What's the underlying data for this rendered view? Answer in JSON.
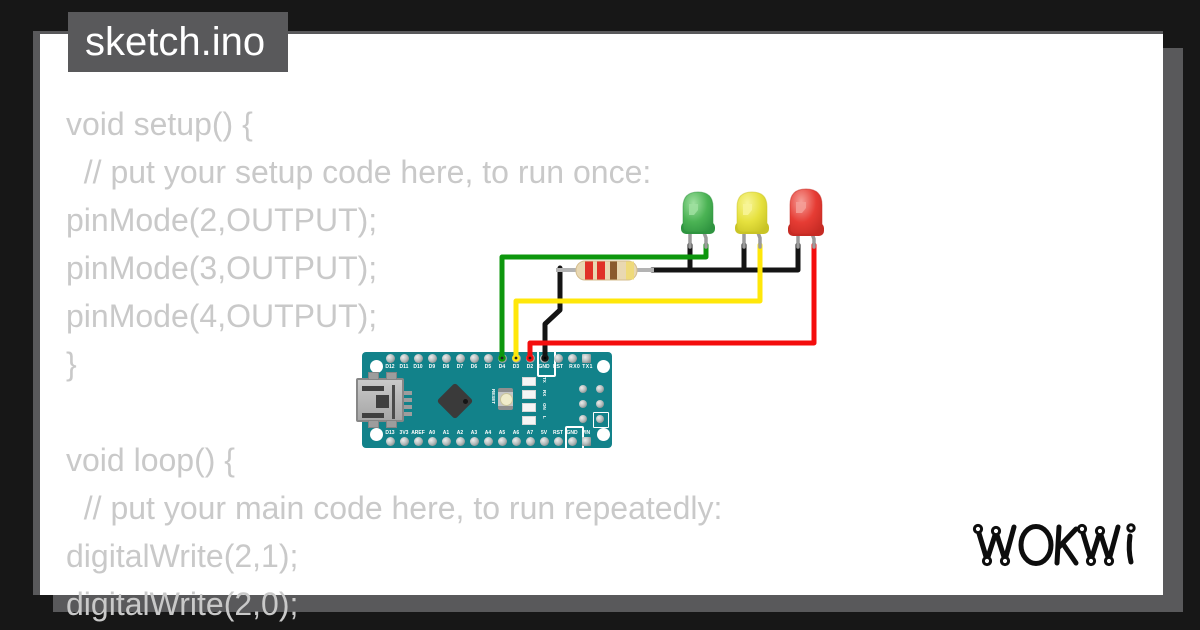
{
  "title": {
    "filename": "sketch.ino"
  },
  "code": {
    "lines": [
      "void setup() {",
      "  // put your setup code here, to run once:",
      "pinMode(2,OUTPUT);",
      "pinMode(3,OUTPUT);",
      "pinMode(4,OUTPUT);",
      "}",
      "",
      "void loop() {",
      "  // put your main code here, to run repeatedly:",
      "digitalWrite(2,1);",
      "digitalWrite(2,0);"
    ]
  },
  "board": {
    "type": "arduino-nano",
    "color": "#12828a",
    "top_pin_labels": [
      "D12",
      "D11",
      "D10",
      "D9",
      "D8",
      "D7",
      "D6",
      "D5",
      "D4",
      "D3",
      "D2",
      "GND",
      "RST"
    ],
    "top_right_pin_label": "RX0 TX1",
    "bottom_pin_labels": [
      "D13",
      "3V3",
      "AREF",
      "A0",
      "A1",
      "A2",
      "A3",
      "A4",
      "A5",
      "A6",
      "A7",
      "5V",
      "RST",
      "GND",
      "VIN"
    ],
    "reset_button_label": "RESET",
    "status_led_labels": [
      "TX",
      "RX",
      "ON",
      "L"
    ]
  },
  "circuit": {
    "leds": [
      {
        "name": "green-led",
        "light": "#9fe0a0",
        "base": "#4bb354",
        "dark": "#2f9440"
      },
      {
        "name": "yellow-led",
        "light": "#f8f598",
        "base": "#e6e13e",
        "dark": "#c9c426"
      },
      {
        "name": "red-led",
        "light": "#f59f98",
        "base": "#e63c34",
        "dark": "#c62b24"
      }
    ],
    "wires": [
      {
        "name": "green-wire",
        "pin": "D4",
        "hex": "#0d970d"
      },
      {
        "name": "yellow-wire",
        "pin": "D3",
        "hex": "#ffe70a"
      },
      {
        "name": "red-wire",
        "pin": "D2",
        "hex": "#f40d0d"
      },
      {
        "name": "black-wire",
        "pin": "GND",
        "hex": "#141414"
      }
    ],
    "resistor": {
      "band_colors": [
        "red",
        "red",
        "brown",
        "gold"
      ],
      "band_hex": [
        "#e03127",
        "#e03127",
        "#8a5a2e",
        "#efda7a"
      ],
      "body_hex": "#e9d8b2",
      "lead_hex": "#b3b3b3"
    }
  },
  "logo": {
    "text": "WOKWI"
  },
  "colors": {
    "background": "#171717",
    "frame": "#59595b",
    "card": "#ffffff",
    "code_text": "#c9c9c9",
    "title_text": "#ffffff",
    "logo_ink": "#0d0d0d"
  }
}
